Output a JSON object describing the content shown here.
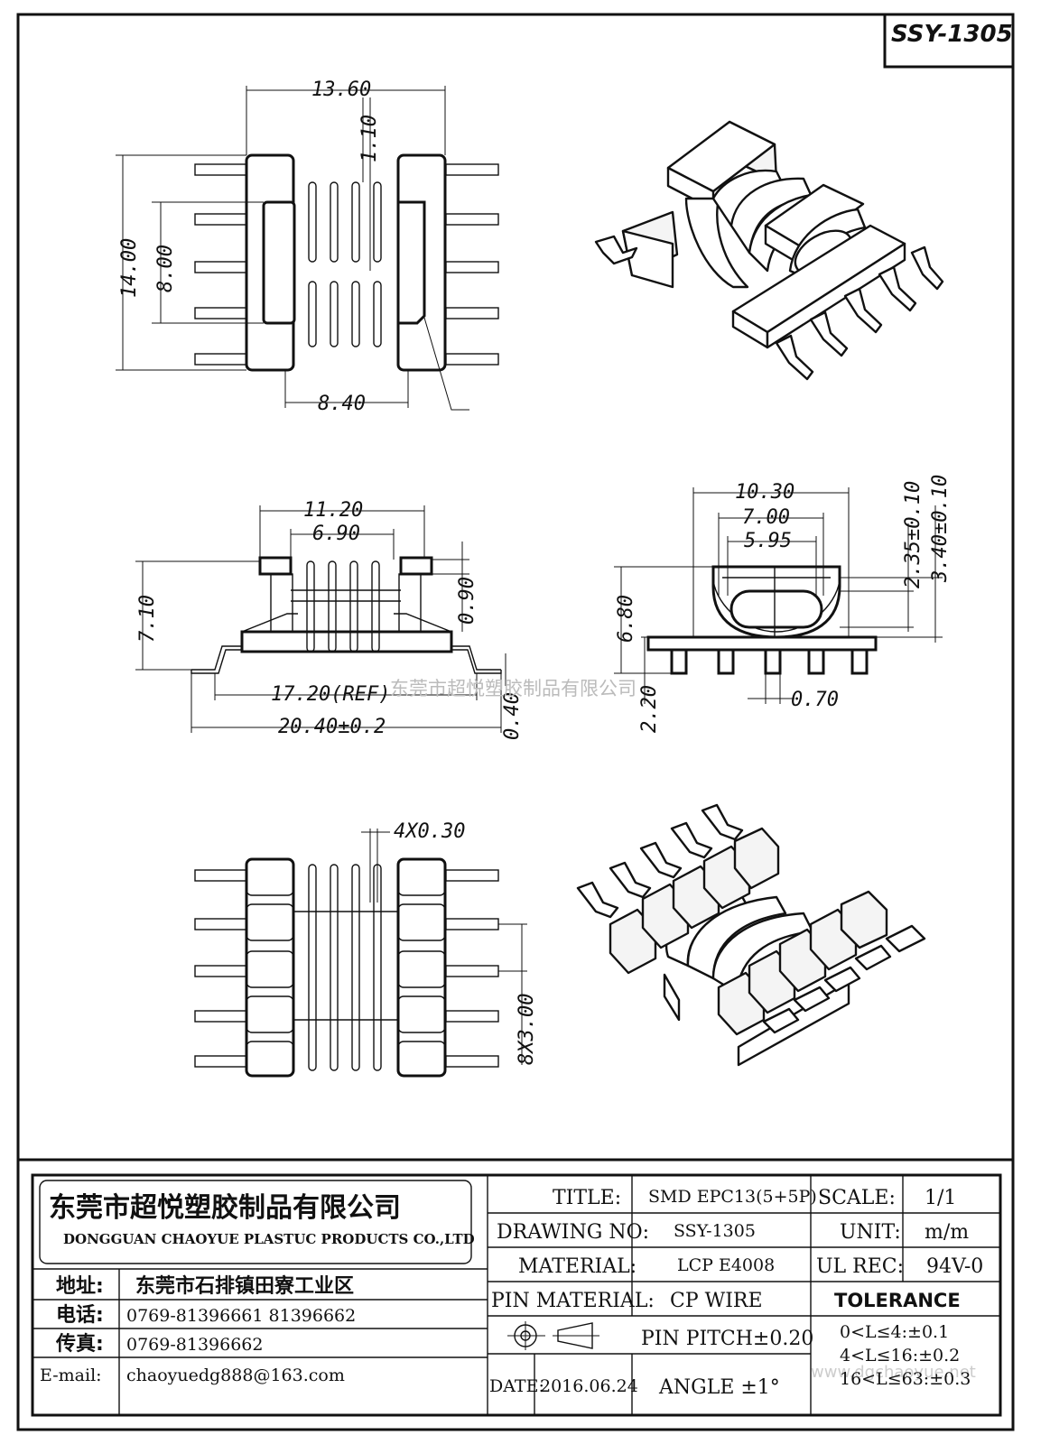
{
  "drawing_code": "SSY-1305",
  "dimensions": {
    "top_width": "13.60",
    "top_gap": "1.10",
    "top_height": "14.00",
    "top_inner": "8.00",
    "top_bottom": "8.40",
    "side_width": "11.20",
    "side_inner": "6.90",
    "side_height": "7.10",
    "side_flange": "0.90",
    "side_ref": "17.20(REF)",
    "side_total": "20.40±0.2",
    "side_pin": "0.40",
    "end_width": "10.30",
    "end_w2": "7.00",
    "end_w3": "5.95",
    "end_h1": "2.35±0.10",
    "end_h2": "3.40±0.10",
    "end_height": "6.80",
    "end_pin_h": "2.20",
    "end_pin_w": "0.70",
    "bottom_slots": "4X0.30",
    "bottom_pitch": "8X3.00"
  },
  "watermark": "东莞市超悦塑胶制品有限公司",
  "watermark2": "www.dgchaoyue.net",
  "company": {
    "name_cn": "东莞市超悦塑胶制品有限公司",
    "name_en": "DONGGUAN CHAOYUE PLASTUC PRODUCTS CO.,LTD"
  },
  "contact": {
    "address_label": "地址:",
    "address": "东莞市石排镇田寮工业区",
    "phone_label": "电话:",
    "phone": "0769-81396661   81396662",
    "fax_label": "传真:",
    "fax": "0769-81396662",
    "email_label": "E-mail:",
    "email": "chaoyuedg888@163.com"
  },
  "title_block": {
    "title_label": "TITLE:",
    "title": "SMD EPC13(5+5P)",
    "drawing_no_label": "DRAWING NO:",
    "drawing_no": "SSY-1305",
    "material_label": "MATERIAL:",
    "material": "LCP E4008",
    "pin_material_label": "PIN MATERIAL:",
    "pin_material": "CP WIRE",
    "pin_pitch": "PIN PITCH±0.20",
    "angle": "ANGLE  ±1°",
    "date_label": "DATE:",
    "date": "2016.06.24",
    "scale_label": "SCALE:",
    "scale": "1/1",
    "unit_label": "UNIT:",
    "unit": "m/m",
    "ul_label": "UL REC:",
    "ul": "94V-0",
    "tolerance_label": "TOLERANCE",
    "tolerances": [
      "0<L≤4:±0.1",
      "4<L≤16:±0.2",
      "16<L≤63:±0.3"
    ]
  }
}
